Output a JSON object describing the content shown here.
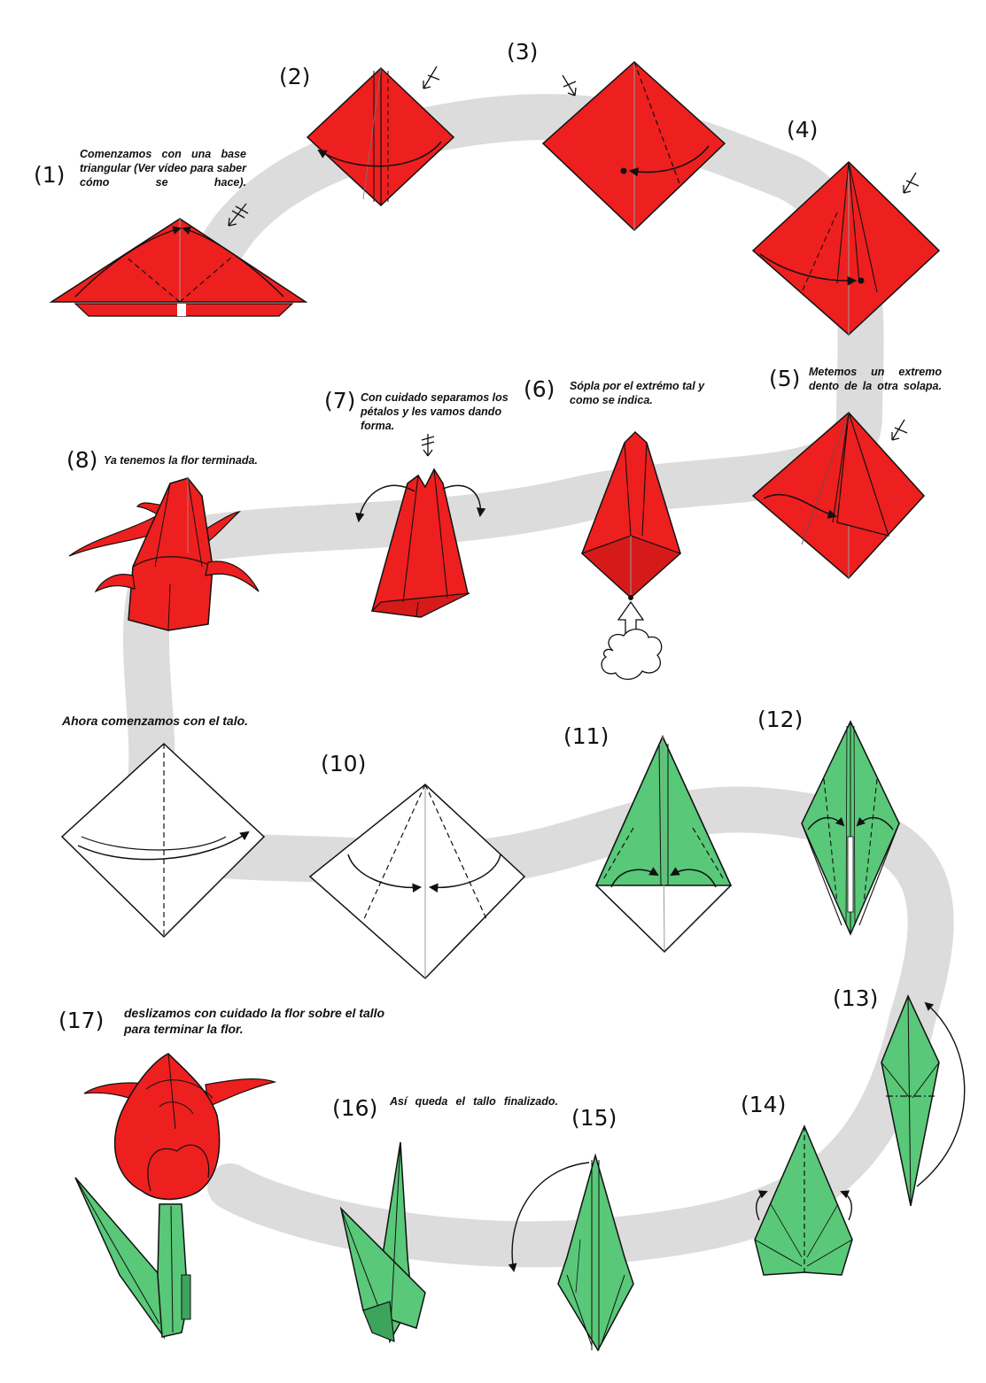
{
  "colors": {
    "path": "#dcdcdc",
    "flower": "#ee1f1f",
    "flower_shade": "#c51414",
    "stem": "#59c878",
    "stem_shade": "#3da45c",
    "paper": "#ffffff",
    "line": "#111111"
  },
  "steps": [
    {
      "num": "(1)",
      "text": "Comenzamos con una base triangular (Ver vídeo para saber cómo se hace)."
    },
    {
      "num": "(2)",
      "text": ""
    },
    {
      "num": "(3)",
      "text": ""
    },
    {
      "num": "(4)",
      "text": ""
    },
    {
      "num": "(5)",
      "text": "Metemos un extremo dento de la otra solapa."
    },
    {
      "num": "(6)",
      "text": "Sópla por el extrémo tal y como se indica."
    },
    {
      "num": "(7)",
      "text": "Con cuidado separamos los pétalos y les vamos dando forma."
    },
    {
      "num": "(8)",
      "text": "Ya tenemos la flor terminada."
    },
    {
      "num": "",
      "text": "Ahora comenzamos con el talo."
    },
    {
      "num": "(10)",
      "text": ""
    },
    {
      "num": "(11)",
      "text": ""
    },
    {
      "num": "(12)",
      "text": ""
    },
    {
      "num": "(13)",
      "text": ""
    },
    {
      "num": "(14)",
      "text": ""
    },
    {
      "num": "(15)",
      "text": ""
    },
    {
      "num": "(16)",
      "text": "Así queda el tallo finalizado."
    },
    {
      "num": "(17)",
      "text": "deslizamos con cuidado la flor sobre el tallo para terminar la flor."
    }
  ]
}
